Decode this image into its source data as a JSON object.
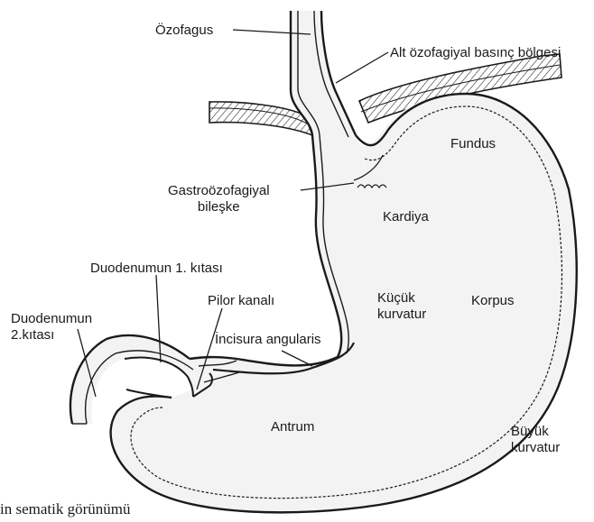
{
  "labels": {
    "ozofagus": "Özofagus",
    "alt_ozofagiyal": "Alt özofagiyal basınç bölgesi",
    "fundus": "Fundus",
    "gastroozofagiyal_line1": "Gastroözofagiyal",
    "gastroozofagiyal_line2": "bileşke",
    "kardiya": "Kardiya",
    "duodenum1": "Duodenumun 1. kıtası",
    "pilor": "Pilor kanalı",
    "duodenum2_line1": "Duodenumun",
    "duodenum2_line2": "2.kıtası",
    "kucuk_line1": "Küçük",
    "kucuk_line2": "kurvatur",
    "korpus": "Korpus",
    "incisura": "İncisura angularis",
    "antrum": "Antrum",
    "buyuk_line1": "Büyük",
    "buyuk_line2": "kurvatur"
  },
  "caption": "in sematik görünümü",
  "colors": {
    "ink": "#1a1a1a",
    "paper": "#ffffff",
    "wall_fill": "#f3f3f3"
  }
}
